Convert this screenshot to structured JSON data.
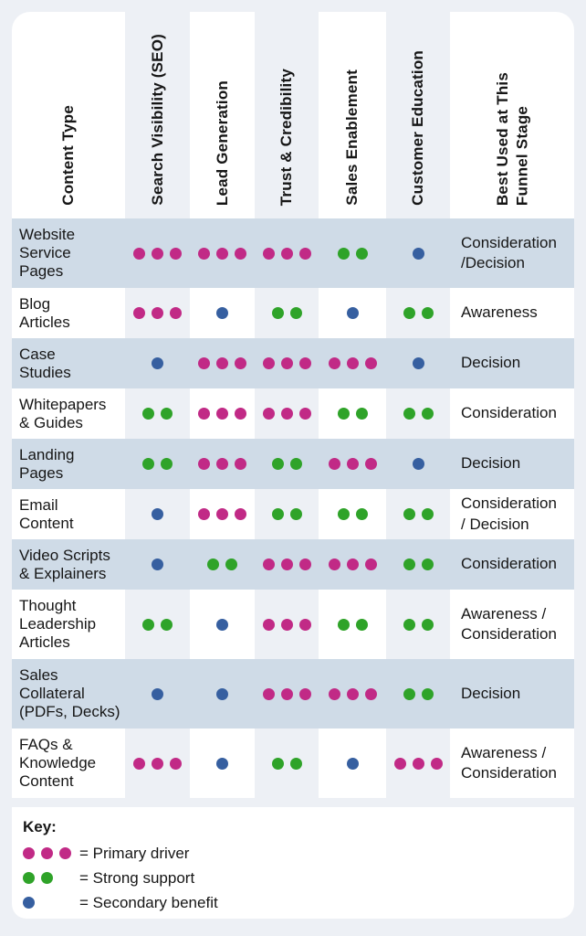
{
  "colors": {
    "page_bg": "#edf0f5",
    "row_band": "#cfdbe7",
    "column_stripe": "#ffffff",
    "text": "#161616",
    "dots": {
      "primary": "#c12a86",
      "strong": "#2fa329",
      "secondary": "#365fa0"
    }
  },
  "header": {
    "columns": [
      {
        "id": "content-type",
        "label": "Content Type"
      },
      {
        "id": "search-visibility",
        "label": "Search Visibility (SEO)"
      },
      {
        "id": "lead-generation",
        "label": "Lead Generation"
      },
      {
        "id": "trust-credibility",
        "label": "Trust & Credibility"
      },
      {
        "id": "sales-enablement",
        "label": "Sales Enablement"
      },
      {
        "id": "customer-education",
        "label": "Customer Education"
      },
      {
        "id": "funnel-stage",
        "label": "Best Used at This\nFunnel Stage"
      }
    ]
  },
  "rows": [
    {
      "label": "Website\nService\nPages",
      "ratings": [
        "primary",
        "primary",
        "primary",
        "strong",
        "secondary"
      ],
      "funnel": "Consideration\n/Decision"
    },
    {
      "label": "Blog\nArticles",
      "ratings": [
        "primary",
        "secondary",
        "strong",
        "secondary",
        "strong"
      ],
      "funnel": "Awareness"
    },
    {
      "label": "Case\nStudies",
      "ratings": [
        "secondary",
        "primary",
        "primary",
        "primary",
        "secondary"
      ],
      "funnel": "Decision"
    },
    {
      "label": "Whitepapers\n& Guides",
      "ratings": [
        "strong",
        "primary",
        "primary",
        "strong",
        "strong"
      ],
      "funnel": "Consideration"
    },
    {
      "label": "Landing\nPages",
      "ratings": [
        "strong",
        "primary",
        "strong",
        "primary",
        "secondary"
      ],
      "funnel": "Decision"
    },
    {
      "label": "Email\nContent",
      "ratings": [
        "secondary",
        "primary",
        "strong",
        "strong",
        "strong"
      ],
      "funnel": "Consideration\n/ Decision"
    },
    {
      "label": "Video Scripts\n& Explainers",
      "ratings": [
        "secondary",
        "strong",
        "primary",
        "primary",
        "strong"
      ],
      "funnel": "Consideration"
    },
    {
      "label": "Thought\nLeadership\nArticles",
      "ratings": [
        "strong",
        "secondary",
        "primary",
        "strong",
        "strong"
      ],
      "funnel": "Awareness /\nConsideration"
    },
    {
      "label": "Sales\nCollateral\n(PDFs, Decks)",
      "ratings": [
        "secondary",
        "secondary",
        "primary",
        "primary",
        "strong"
      ],
      "funnel": "Decision"
    },
    {
      "label": "FAQs &\nKnowledge\nContent",
      "ratings": [
        "primary",
        "secondary",
        "strong",
        "secondary",
        "primary"
      ],
      "funnel": "Awareness /\nConsideration"
    }
  ],
  "key": {
    "title": "Key:",
    "dot_counts": {
      "primary": 3,
      "strong": 2,
      "secondary": 1
    },
    "items": [
      {
        "rating": "primary",
        "label": "= Primary driver"
      },
      {
        "rating": "strong",
        "label": "= Strong support"
      },
      {
        "rating": "secondary",
        "label": "= Secondary benefit"
      }
    ]
  },
  "chart_data": {
    "type": "table",
    "title": "",
    "columns": [
      "Content Type",
      "Search Visibility (SEO)",
      "Lead Generation",
      "Trust & Credibility",
      "Sales Enablement",
      "Customer Education",
      "Best Used at This Funnel Stage"
    ],
    "legend": [
      {
        "symbol": "three magenta dots",
        "meaning": "Primary driver"
      },
      {
        "symbol": "two green dots",
        "meaning": "Strong support"
      },
      {
        "symbol": "one blue dot",
        "meaning": "Secondary benefit"
      }
    ],
    "rows": [
      [
        "Website Service Pages",
        "Primary driver",
        "Primary driver",
        "Primary driver",
        "Strong support",
        "Secondary benefit",
        "Consideration /Decision"
      ],
      [
        "Blog Articles",
        "Primary driver",
        "Secondary benefit",
        "Strong support",
        "Secondary benefit",
        "Strong support",
        "Awareness"
      ],
      [
        "Case Studies",
        "Secondary benefit",
        "Primary driver",
        "Primary driver",
        "Primary driver",
        "Secondary benefit",
        "Decision"
      ],
      [
        "Whitepapers & Guides",
        "Strong support",
        "Primary driver",
        "Primary driver",
        "Strong support",
        "Strong support",
        "Consideration"
      ],
      [
        "Landing Pages",
        "Strong support",
        "Primary driver",
        "Strong support",
        "Primary driver",
        "Secondary benefit",
        "Decision"
      ],
      [
        "Email Content",
        "Secondary benefit",
        "Primary driver",
        "Strong support",
        "Strong support",
        "Strong support",
        "Consideration / Decision"
      ],
      [
        "Video Scripts & Explainers",
        "Secondary benefit",
        "Strong support",
        "Primary driver",
        "Primary driver",
        "Strong support",
        "Consideration"
      ],
      [
        "Thought Leadership Articles",
        "Strong support",
        "Secondary benefit",
        "Primary driver",
        "Strong support",
        "Strong support",
        "Awareness / Consideration"
      ],
      [
        "Sales Collateral (PDFs, Decks)",
        "Secondary benefit",
        "Secondary benefit",
        "Primary driver",
        "Primary driver",
        "Strong support",
        "Decision"
      ],
      [
        "FAQs & Knowledge Content",
        "Primary driver",
        "Secondary benefit",
        "Strong support",
        "Secondary benefit",
        "Primary driver",
        "Awareness / Consideration"
      ]
    ]
  }
}
